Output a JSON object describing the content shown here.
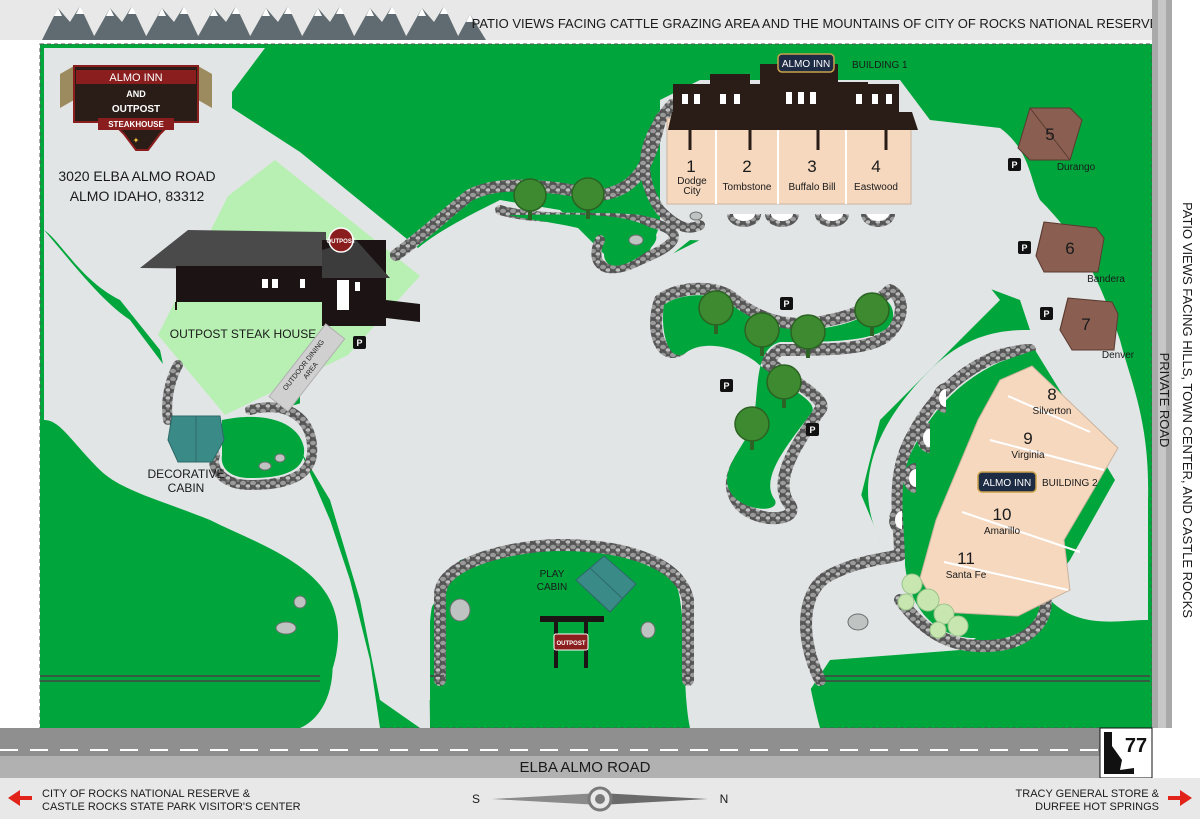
{
  "header": {
    "patio_views_north": "PATIO VIEWS FACING CATTLE GRAZING AREA AND THE MOUNTAINS OF CITY OF ROCKS NATIONAL RESERVE",
    "patio_views_east": "PATIO VIEWS FACING HILLS, TOWN CENTER, AND CASTLE ROCKS"
  },
  "logo": {
    "line1": "ALMO INN",
    "line2": "AND",
    "line3": "OUTPOST",
    "line4": "STEAKHOUSE"
  },
  "address": {
    "line1": "3020 ELBA ALMO ROAD",
    "line2": "ALMO IDAHO, 83312"
  },
  "buildings": {
    "building1": "BUILDING 1",
    "building2": "BUILDING 2",
    "sign_text": "ALMO INN",
    "outpost_sign": "OUTPOST"
  },
  "units": [
    {
      "num": "1",
      "name": "Dodge",
      "name2": "City"
    },
    {
      "num": "2",
      "name": "Tombstone"
    },
    {
      "num": "3",
      "name": "Buffalo Bill"
    },
    {
      "num": "4",
      "name": "Eastwood"
    },
    {
      "num": "5",
      "name": "Durango"
    },
    {
      "num": "6",
      "name": "Bandera"
    },
    {
      "num": "7",
      "name": "Denver"
    },
    {
      "num": "8",
      "name": "Silverton"
    },
    {
      "num": "9",
      "name": "Virginia"
    },
    {
      "num": "10",
      "name": "Amarillo"
    },
    {
      "num": "11",
      "name": "Santa Fe"
    }
  ],
  "places": {
    "steak_house": "OUTPOST STEAK HOUSE",
    "dining_line1": "OUTDOOR DINING",
    "dining_line2": "AREA",
    "deco_cabin_line1": "DECORATIVE",
    "deco_cabin_line2": "CABIN",
    "play_cabin_line1": "PLAY",
    "play_cabin_line2": "CABIN",
    "parking": "P"
  },
  "roads": {
    "main_road": "ELBA ALMO ROAD",
    "private_road": "PRIVATE ROAD",
    "route_number": "77"
  },
  "directions": {
    "west_line1": "CITY OF ROCKS NATIONAL RESERVE &",
    "west_line2": "CASTLE ROCKS STATE PARK VISITOR'S CENTER",
    "east_line1": "TRACY GENERAL STORE &",
    "east_line2": "DURFEE HOT SPRINGS",
    "compass_left": "S",
    "compass_right": "N"
  },
  "colors": {
    "grass": "#00a63c",
    "light_grass": "#b7f0b2",
    "pavement": "#e2e5e6",
    "road": "#8f8f8f",
    "unit_fill": "#f6d8bf",
    "arrow_red": "#e2231a"
  }
}
